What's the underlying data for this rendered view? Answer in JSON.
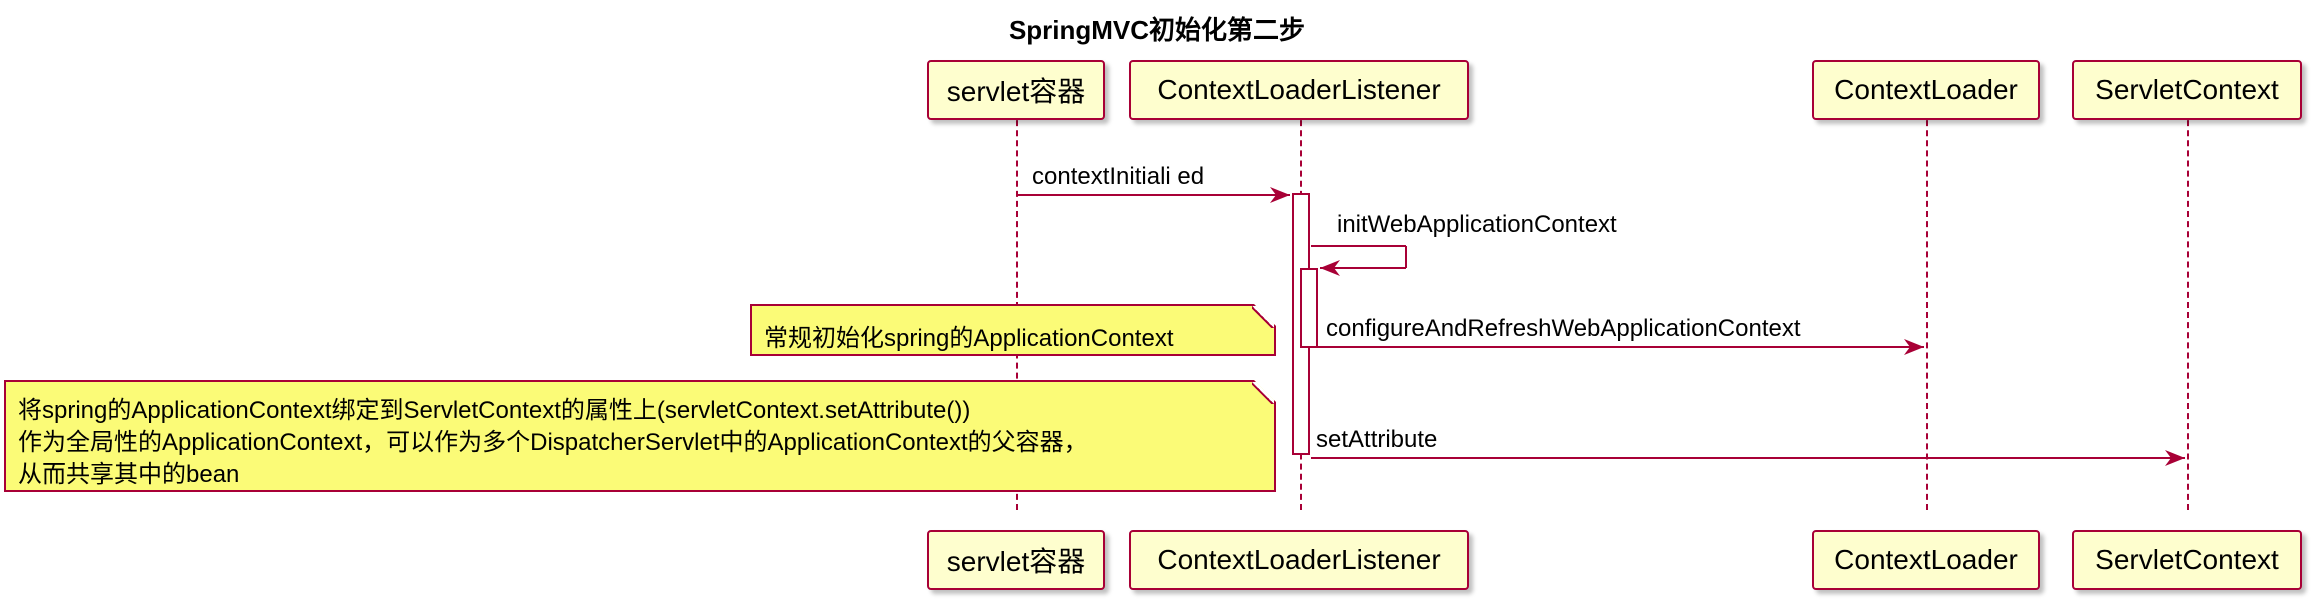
{
  "title": "SpringMVC初始化第二步",
  "participants": [
    {
      "id": "servlet",
      "label": "servlet容器"
    },
    {
      "id": "listener",
      "label": "ContextLoaderListener"
    },
    {
      "id": "loader",
      "label": "ContextLoader"
    },
    {
      "id": "servletctx",
      "label": "ServletContext"
    }
  ],
  "messages": [
    {
      "from": "servlet",
      "to": "listener",
      "label": "contextInitiali  ed"
    },
    {
      "from": "listener",
      "to": "listener",
      "label": "initWebApplicationContext"
    },
    {
      "from": "listener",
      "to": "loader",
      "label": "configureAndRefreshWebApplicationContext"
    },
    {
      "from": "listener",
      "to": "servletctx",
      "label": "setAttribute"
    }
  ],
  "notes": [
    {
      "lines": [
        "常规初始化spring的ApplicationContext"
      ]
    },
    {
      "lines": [
        "将spring的ApplicationContext绑定到ServletContext的属性上(servletContext.setAttribute())",
        "作为全局性的ApplicationContext，可以作为多个DispatcherServlet中的ApplicationContext的父容器，",
        "从而共享其中的bean"
      ]
    }
  ],
  "colors": {
    "border": "#a80036",
    "participant_fill": "#fefece",
    "note_fill": "#fbfb77"
  }
}
